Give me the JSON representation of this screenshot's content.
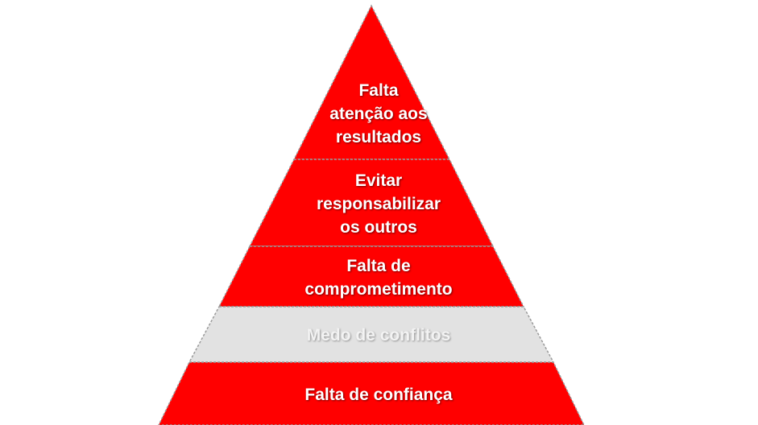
{
  "pyramid": {
    "colors": {
      "red": "#ff0000",
      "gray": "#e2e2e2",
      "outline": "#9a9a9a"
    },
    "tiers": [
      {
        "lines": [
          "Falta",
          "atenção aos",
          "resultados"
        ],
        "fill": "red"
      },
      {
        "lines": [
          "Evitar",
          "responsabilizar",
          "os outros"
        ],
        "fill": "red"
      },
      {
        "lines": [
          "Falta de",
          "comprometimento"
        ],
        "fill": "red"
      },
      {
        "lines": [
          "Medo de conflitos"
        ],
        "fill": "gray"
      },
      {
        "lines": [
          "Falta de confiança"
        ],
        "fill": "red"
      }
    ]
  }
}
